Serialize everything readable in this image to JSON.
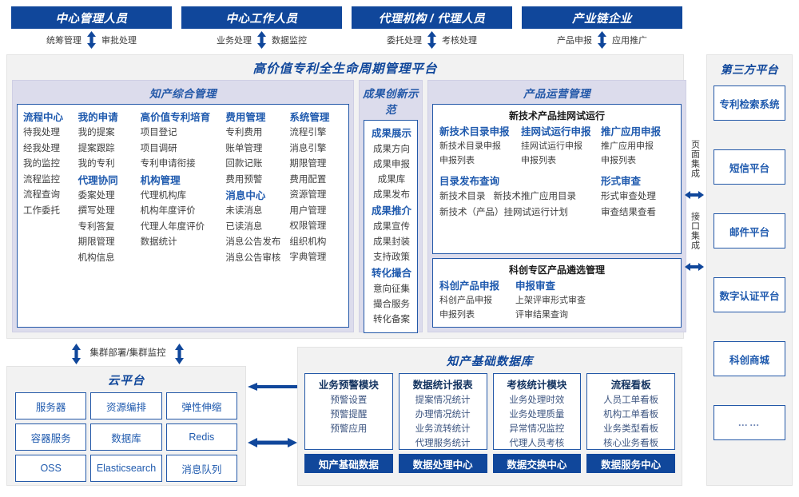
{
  "roles": [
    {
      "title": "中心管理人员",
      "left": "统筹管理",
      "right": "审批处理"
    },
    {
      "title": "中心工作人员",
      "left": "业务处理",
      "right": "数据监控"
    },
    {
      "title": "代理机构 / 代理人员",
      "left": "委托处理",
      "right": "考核处理"
    },
    {
      "title": "产业链企业",
      "left": "产品申报",
      "right": "应用推广"
    }
  ],
  "platform": {
    "title": "高价值专利全生命周期管理平台",
    "groups": {
      "zcglTitle": "知产综合管理",
      "cgcxTitle": "成果创新示范",
      "cpyyTitle": "产品运营管理"
    },
    "zc_cols": [
      {
        "sections": [
          {
            "head": "流程中心",
            "items": [
              "待我处理",
              "经我处理",
              "我的监控",
              "流程监控",
              "流程查询",
              "工作委托"
            ]
          }
        ]
      },
      {
        "sections": [
          {
            "head": "我的申请",
            "items": [
              "我的提案",
              "提案跟踪",
              "我的专利"
            ]
          },
          {
            "head": "代理协同",
            "items": [
              "委案处理",
              "撰写处理",
              "专利答复",
              "期限管理",
              "机构信息"
            ]
          }
        ]
      },
      {
        "sections": [
          {
            "head": "高价值专利培育",
            "items": [
              "项目登记",
              "项目调研",
              "专利申请衔接"
            ]
          },
          {
            "head": "机构管理",
            "items": [
              "代理机构库",
              "机构年度评价",
              "代理人年度评价",
              "数据统计"
            ]
          }
        ]
      },
      {
        "sections": [
          {
            "head": "费用管理",
            "items": [
              "专利费用",
              "账单管理",
              "回款记账",
              "费用预警"
            ]
          },
          {
            "head": "消息中心",
            "items": [
              "未读消息",
              "已读消息",
              "消息公告发布",
              "消息公告审核"
            ]
          }
        ]
      },
      {
        "sections": [
          {
            "head": "系统管理",
            "items": [
              "流程引擎",
              "消息引擎",
              "期限管理",
              "费用配置",
              "资源管理",
              "用户管理",
              "权限管理",
              "组织机构",
              "字典管理"
            ]
          }
        ]
      }
    ],
    "cg_sections": [
      {
        "head": "成果展示",
        "items": [
          "成果方向",
          "成果申报",
          "成果库",
          "成果发布"
        ]
      },
      {
        "head": "成果推介",
        "items": [
          "成果宣传",
          "成果封装",
          "支持政策"
        ]
      },
      {
        "head": "转化撮合",
        "items": [
          "意向征集",
          "撮合服务",
          "转化备案"
        ]
      }
    ],
    "cp_box1": {
      "title": "新技术产品挂网试运行",
      "cols": [
        {
          "head": "新技术目录申报",
          "items": [
            "新技术目录申报",
            "申报列表"
          ]
        },
        {
          "head": "挂网试运行申报",
          "items": [
            "挂网试运行申报",
            "申报列表"
          ]
        },
        {
          "head": "推广应用申报",
          "items": [
            "推广应用申报",
            "申报列表"
          ]
        }
      ],
      "row2_left_head": "目录发布查询",
      "row2_left_items_inline": [
        "新技术目录",
        "新技术推广应用目录"
      ],
      "row2_left_item_full": "新技术（产品）挂网试运行计划",
      "row2_right_head": "形式审查",
      "row2_right_items": [
        "形式审查处理",
        "审查结果查看"
      ]
    },
    "cp_box2": {
      "title": "科创专区产品遴选管理",
      "cols": [
        {
          "head": "科创产品申报",
          "items": [
            "科创产品申报",
            "申报列表"
          ]
        },
        {
          "head": "申报审查",
          "items": [
            "上架评审形式审查",
            "评审结果查询"
          ]
        }
      ]
    }
  },
  "integration": {
    "top": "页面集成",
    "bottom": "接口集成"
  },
  "third_party": {
    "title": "第三方平台",
    "items": [
      "专利检索系统",
      "短信平台",
      "邮件平台",
      "数字认证平台",
      "科创商城",
      "……"
    ]
  },
  "cluster": {
    "label": "集群部署/集群监控"
  },
  "cloud": {
    "title": "云平台",
    "cells": [
      "服务器",
      "资源编排",
      "弹性伸缩",
      "容器服务",
      "数据库",
      "Redis",
      "OSS",
      "Elasticsearch",
      "消息队列"
    ]
  },
  "ipdb": {
    "title": "知产基础数据库",
    "columns": [
      {
        "head": "业务预警模块",
        "items": [
          "预警设置",
          "预警提醒",
          "预警应用"
        ],
        "bar": "知产基础数据"
      },
      {
        "head": "数据统计报表",
        "items": [
          "提案情况统计",
          "办理情况统计",
          "业务流转统计",
          "代理服务统计"
        ],
        "bar": "数据处理中心"
      },
      {
        "head": "考核统计模块",
        "items": [
          "业务处理时效",
          "业务处理质量",
          "异常情况监控",
          "代理人员考核"
        ],
        "bar": "数据交换中心"
      },
      {
        "head": "流程看板",
        "items": [
          "人员工单看板",
          "机构工单看板",
          "业务类型看板",
          "核心业务看板"
        ],
        "bar": "数据服务中心"
      }
    ]
  },
  "colors": {
    "brand": "#10479B",
    "accent": "#2358A8",
    "panel": "#f2f2f2",
    "groupbg": "#dcdcec"
  }
}
